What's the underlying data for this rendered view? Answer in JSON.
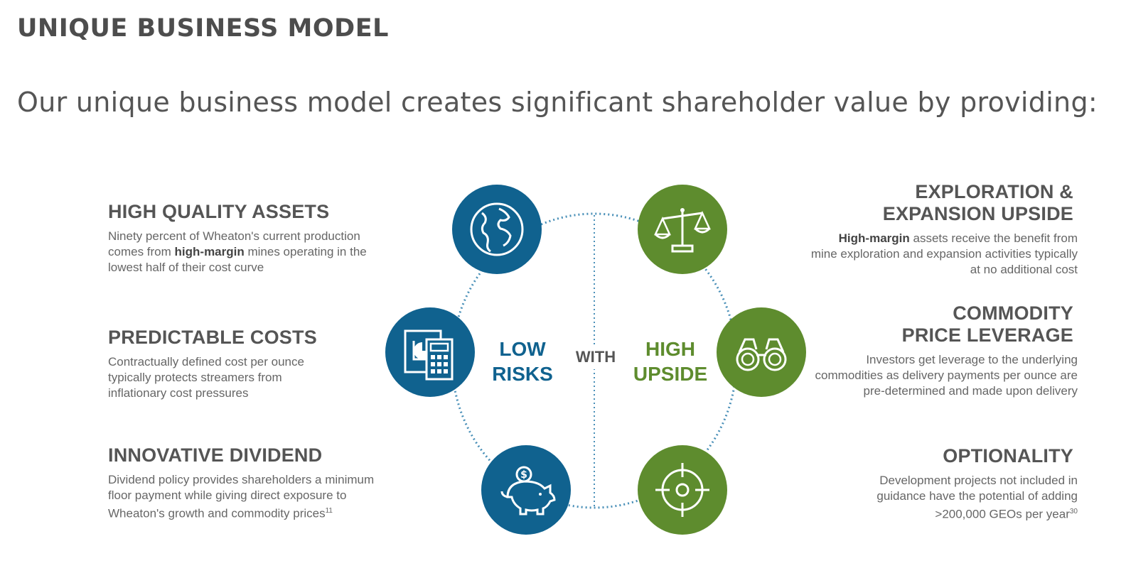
{
  "header": {
    "title": "UNIQUE BUSINESS MODEL",
    "subtitle": "Our unique business model creates significant shareholder value by providing:"
  },
  "colors": {
    "blue": "#10628f",
    "green": "#5e8c2e",
    "gray_heading": "#555555",
    "gray_text": "#666666"
  },
  "left": [
    {
      "heading": "HIGH QUALITY ASSETS",
      "text_before": "Ninety percent of Wheaton's current production comes from ",
      "text_bold": "high-margin",
      "text_after": " mines operating in the lowest half of their cost curve",
      "icon": "globe-icon"
    },
    {
      "heading": "PREDICTABLE COSTS",
      "text": "Contractually defined cost per ounce typically protects streamers from inflationary cost pressures",
      "icon": "calculator-icon"
    },
    {
      "heading": "INNOVATIVE DIVIDEND",
      "text": "Dividend policy provides shareholders a minimum floor payment while giving direct exposure to Wheaton's growth and commodity prices",
      "footnote": "11",
      "icon": "piggy-bank-icon"
    }
  ],
  "right": [
    {
      "heading_line1": "EXPLORATION &",
      "heading_line2": "EXPANSION UPSIDE",
      "text_bold": "High-margin",
      "text_after": " assets receive the benefit from mine exploration and expansion activities typically at no additional cost",
      "icon": "scales-icon"
    },
    {
      "heading_line1": "COMMODITY",
      "heading_line2": "PRICE LEVERAGE",
      "text": "Investors get leverage to the underlying commodities as delivery payments per ounce are pre-determined and made upon delivery",
      "icon": "binoculars-icon"
    },
    {
      "heading": "OPTIONALITY",
      "text": "Development projects not included in guidance have the potential of adding >200,000 GEOs per year",
      "footnote": "30",
      "icon": "crosshair-icon"
    }
  ],
  "center": {
    "left_line1": "LOW",
    "left_line2": "RISKS",
    "middle": "WITH",
    "right_line1": "HIGH",
    "right_line2": "UPSIDE"
  }
}
